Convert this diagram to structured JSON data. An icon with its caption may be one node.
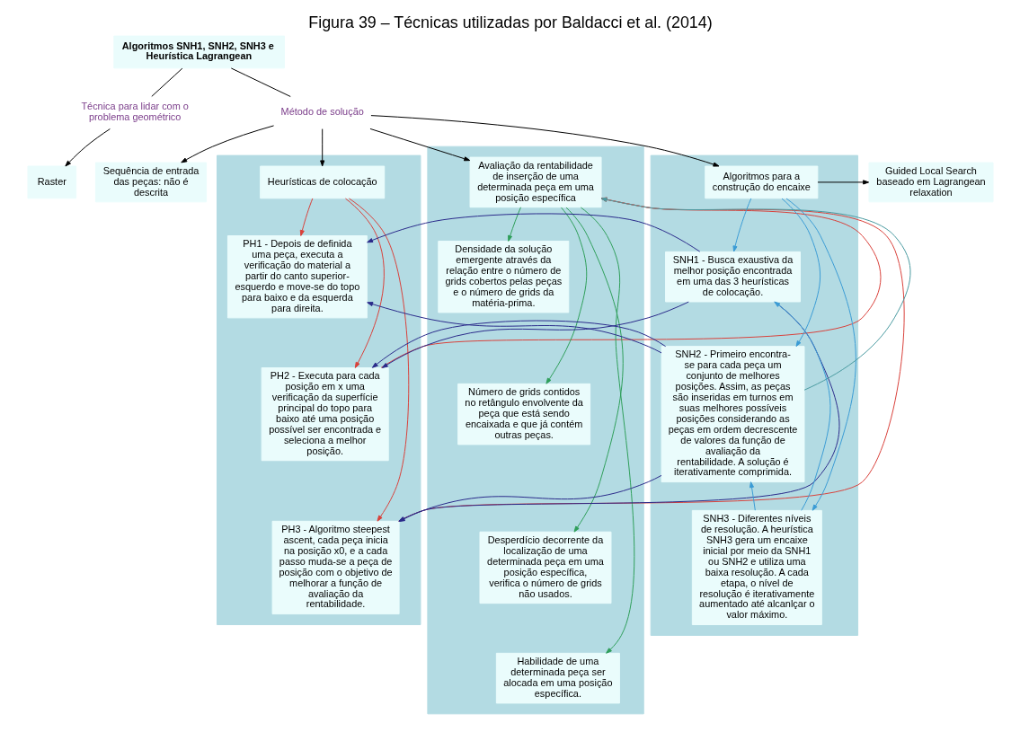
{
  "diagram": {
    "caption": "Figura 39 – Técnicas utilizadas por Baldacci et al. (2014)",
    "nodes": [
      {
        "text": [
          "Algoritmos SNH1, SNH2, SNH3 e Heurística Lagrangean"
        ]
      },
      {
        "text": [
          "Técnica para lidar com o problema geométrico"
        ]
      },
      {
        "text": [
          "Método de solução"
        ]
      },
      {
        "text": [
          "Raster"
        ]
      },
      {
        "text": [
          "Sequência de entrada das peças: não é descrita"
        ]
      },
      {
        "text": [],
        "shape": "box"
      },
      {
        "text": [
          "Heurísticas de colocação"
        ],
        "in": 5
      },
      {
        "text": [
          "PH1 - Depois de definida uma peça, executa a verificação do material a partir do canto superior-esquerdo e move-se do topo para baixo e da esquerda para direita."
        ],
        "in": 5
      },
      {
        "text": [
          "PH2 - Executa para cada posição em x uma verificação da superfície principal do topo para baixo até uma posição possível ser encontrada e seleciona a melhor posição."
        ],
        "in": 5
      },
      {
        "text": [
          "PH3 - Algoritmo steepest ascent, cada peça inicia na posição x0, e a cada passo muda-se a peça de posição com o objetivo de melhorar a função de avaliação da rentabilidade."
        ],
        "in": 5
      },
      {
        "text": [],
        "shape": "box"
      },
      {
        "text": [
          "Avaliação da rentabilidade de inserção de uma determinada peça em uma posição específica"
        ],
        "in": 10
      },
      {
        "text": [
          "Densidade da solução emergente através da relação entre o número de grids cobertos pelas peças e o número de grids da matéria-prima."
        ],
        "in": 10
      },
      {
        "text": [
          "Número de grids contidos no retângulo envolvente da peça que está sendo encaixada e que já contém outras peças."
        ],
        "in": 10
      },
      {
        "text": [
          "Desperdício decorrente da localização de uma determinada peça em uma posição específica, verifica o número de grids não usados."
        ],
        "in": 10
      },
      {
        "text": [
          "Habilidade de uma determinada peça ser alocada em uma posição específica."
        ],
        "in": 10
      },
      {
        "text": [],
        "shape": "box"
      },
      {
        "text": [
          "Algoritmos para a construção do encaixe"
        ],
        "in": 16
      },
      {
        "text": [
          "SNH1 - Busca exaustiva da melhor posição encontrada em uma das 3 heurísticas de colocação."
        ],
        "in": 16
      },
      {
        "text": [
          "SNH2 - Primeiro encontra-se para cada peça um conjunto de melhores posições. Assim, as peças são inseridas em turnos em suas melhores possíveis posições considerando as peças em ordem decrescente de valores da função de avaliação da rentabilidade. A solução é iterativamente comprimida."
        ],
        "in": 16
      },
      {
        "text": [
          "SNH3 - Diferentes níveis de resolução. A heurística SNH3 gera um encaixe inicial por meio da SNH1 ou SNH2 e utiliza uma baixa resolução. A cada etapa, o nível de resolução é iterativamente aumentado até alcanlçar o valor máximo."
        ],
        "in": 16
      },
      {
        "text": [
          "Guided Local Search baseado em Lagrangean relaxation"
        ]
      }
    ],
    "edges": [
      {
        "from": 0,
        "to": 1,
        "arrow": "none"
      },
      {
        "from": 0,
        "to": 2,
        "arrow": "none"
      },
      {
        "from": 1,
        "to": 3,
        "arrow": "to"
      },
      {
        "from": 2,
        "to": 4,
        "arrow": "to"
      },
      {
        "from": 2,
        "to": 6,
        "arrow": "to"
      },
      {
        "from": 2,
        "to": 11,
        "arrow": "to"
      },
      {
        "from": 2,
        "to": 17,
        "arrow": "to"
      },
      {
        "from": 17,
        "to": 21,
        "arrow": "to"
      },
      {
        "from": 6,
        "to": 7,
        "arrow": "to",
        "color": "#d9413a"
      },
      {
        "from": 6,
        "to": 8,
        "arrow": "to",
        "color": "#d9413a"
      },
      {
        "from": 6,
        "to": 9,
        "arrow": "to",
        "color": "#d9413a"
      },
      {
        "from": 8,
        "to": 11,
        "arrow": "to",
        "color": "#d9413a"
      },
      {
        "from": 9,
        "to": 11,
        "arrow": "to",
        "color": "#d9413a"
      },
      {
        "from": 11,
        "to": 12,
        "arrow": "to",
        "color": "#2e9e5a"
      },
      {
        "from": 11,
        "to": 13,
        "arrow": "to",
        "color": "#2e9e5a"
      },
      {
        "from": 11,
        "to": 14,
        "arrow": "to",
        "color": "#2e9e5a"
      },
      {
        "from": 11,
        "to": 15,
        "arrow": "to",
        "color": "#2e9e5a"
      },
      {
        "from": 17,
        "to": 18,
        "arrow": "to",
        "color": "#3a9bd5"
      },
      {
        "from": 17,
        "to": 19,
        "arrow": "to",
        "color": "#3a9bd5"
      },
      {
        "from": 17,
        "to": 20,
        "arrow": "to",
        "color": "#3a9bd5"
      },
      {
        "from": 20,
        "to": 18,
        "arrow": "to",
        "color": "#3a9bd5"
      },
      {
        "from": 20,
        "to": 19,
        "arrow": "to",
        "color": "#3a9bd5"
      },
      {
        "from": 19,
        "to": 11,
        "arrow": "to",
        "color": "#4a9aa0"
      },
      {
        "from": 18,
        "to": 7,
        "arrow": "to",
        "color": "#2a2a8a"
      },
      {
        "from": 18,
        "to": 8,
        "arrow": "to",
        "color": "#2a2a8a"
      },
      {
        "from": 18,
        "to": 9,
        "arrow": "to",
        "color": "#2a2a8a"
      },
      {
        "from": 19,
        "to": 7,
        "arrow": "to",
        "color": "#2a2a8a"
      },
      {
        "from": 19,
        "to": 8,
        "arrow": "to",
        "color": "#2a2a8a"
      },
      {
        "from": 19,
        "to": 9,
        "arrow": "to",
        "color": "#2a2a8a"
      }
    ]
  }
}
